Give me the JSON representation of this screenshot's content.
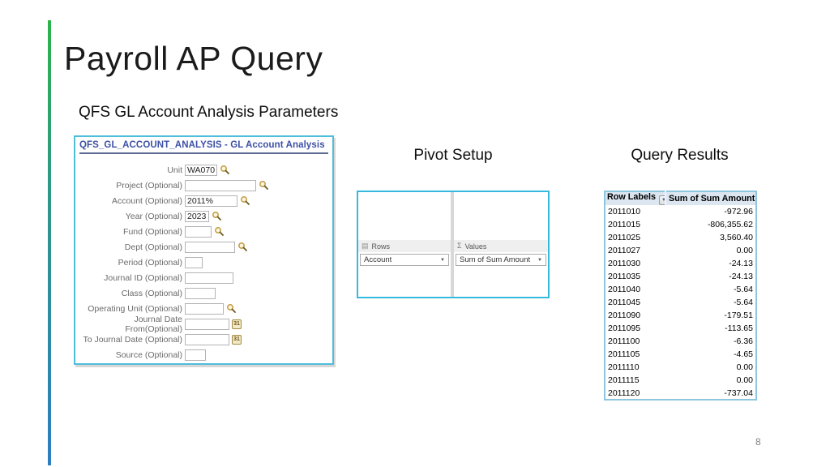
{
  "slide": {
    "title": "Payroll AP Query",
    "subtitle": "QFS GL Account Analysis Parameters",
    "page_number": "8"
  },
  "form": {
    "title": "QFS_GL_ACCOUNT_ANALYSIS - GL Account Analysis",
    "fields": [
      {
        "label": "Unit",
        "value": "WA070",
        "icon": "magnifier"
      },
      {
        "label": "Project (Optional)",
        "value": "",
        "icon": "magnifier"
      },
      {
        "label": "Account (Optional)",
        "value": "2011%",
        "icon": "magnifier"
      },
      {
        "label": "Year (Optional)",
        "value": "2023",
        "icon": "magnifier"
      },
      {
        "label": "Fund (Optional)",
        "value": "",
        "icon": "magnifier"
      },
      {
        "label": "Dept (Optional)",
        "value": "",
        "icon": "magnifier"
      },
      {
        "label": "Period (Optional)",
        "value": "",
        "icon": null
      },
      {
        "label": "Journal ID (Optional)",
        "value": "",
        "icon": null
      },
      {
        "label": "Class (Optional)",
        "value": "",
        "icon": null
      },
      {
        "label": "Operating Unit (Optional)",
        "value": "",
        "icon": "magnifier"
      },
      {
        "label": "Journal Date From(Optional)",
        "value": "",
        "icon": "calendar"
      },
      {
        "label": "To Journal Date (Optional)",
        "value": "",
        "icon": "calendar"
      },
      {
        "label": "Source (Optional)",
        "value": "",
        "icon": null
      }
    ]
  },
  "pivot": {
    "heading": "Pivot Setup",
    "rows_area": {
      "label": "Rows",
      "selection": "Account"
    },
    "values_area": {
      "label": "Values",
      "sigma": "Σ",
      "selection": "Sum of Sum Amount"
    }
  },
  "results": {
    "heading": "Query Results",
    "columns": [
      "Row Labels",
      "Sum of Sum Amount"
    ],
    "rows": [
      [
        "2011010",
        "-972.96"
      ],
      [
        "2011015",
        "-806,355.62"
      ],
      [
        "2011025",
        "3,560.40"
      ],
      [
        "2011027",
        "0.00"
      ],
      [
        "2011030",
        "-24.13"
      ],
      [
        "2011035",
        "-24.13"
      ],
      [
        "2011040",
        "-5.64"
      ],
      [
        "2011045",
        "-5.64"
      ],
      [
        "2011090",
        "-179.51"
      ],
      [
        "2011095",
        "-113.65"
      ],
      [
        "2011100",
        "-6.36"
      ],
      [
        "2011105",
        "-4.65"
      ],
      [
        "2011110",
        "0.00"
      ],
      [
        "2011115",
        "0.00"
      ],
      [
        "2011120",
        "-737.04"
      ]
    ]
  },
  "icons": {
    "calendar_glyph": "31",
    "dropdown_arrow": "▼",
    "rows_glyph": "▤"
  },
  "colors": {
    "accent_border": "#4fbeda",
    "bar_top": "#2cb34a",
    "bar_bottom": "#2d7ec0",
    "form_title_blue": "#3d51a6",
    "table_header_bg": "#dce6f1"
  }
}
